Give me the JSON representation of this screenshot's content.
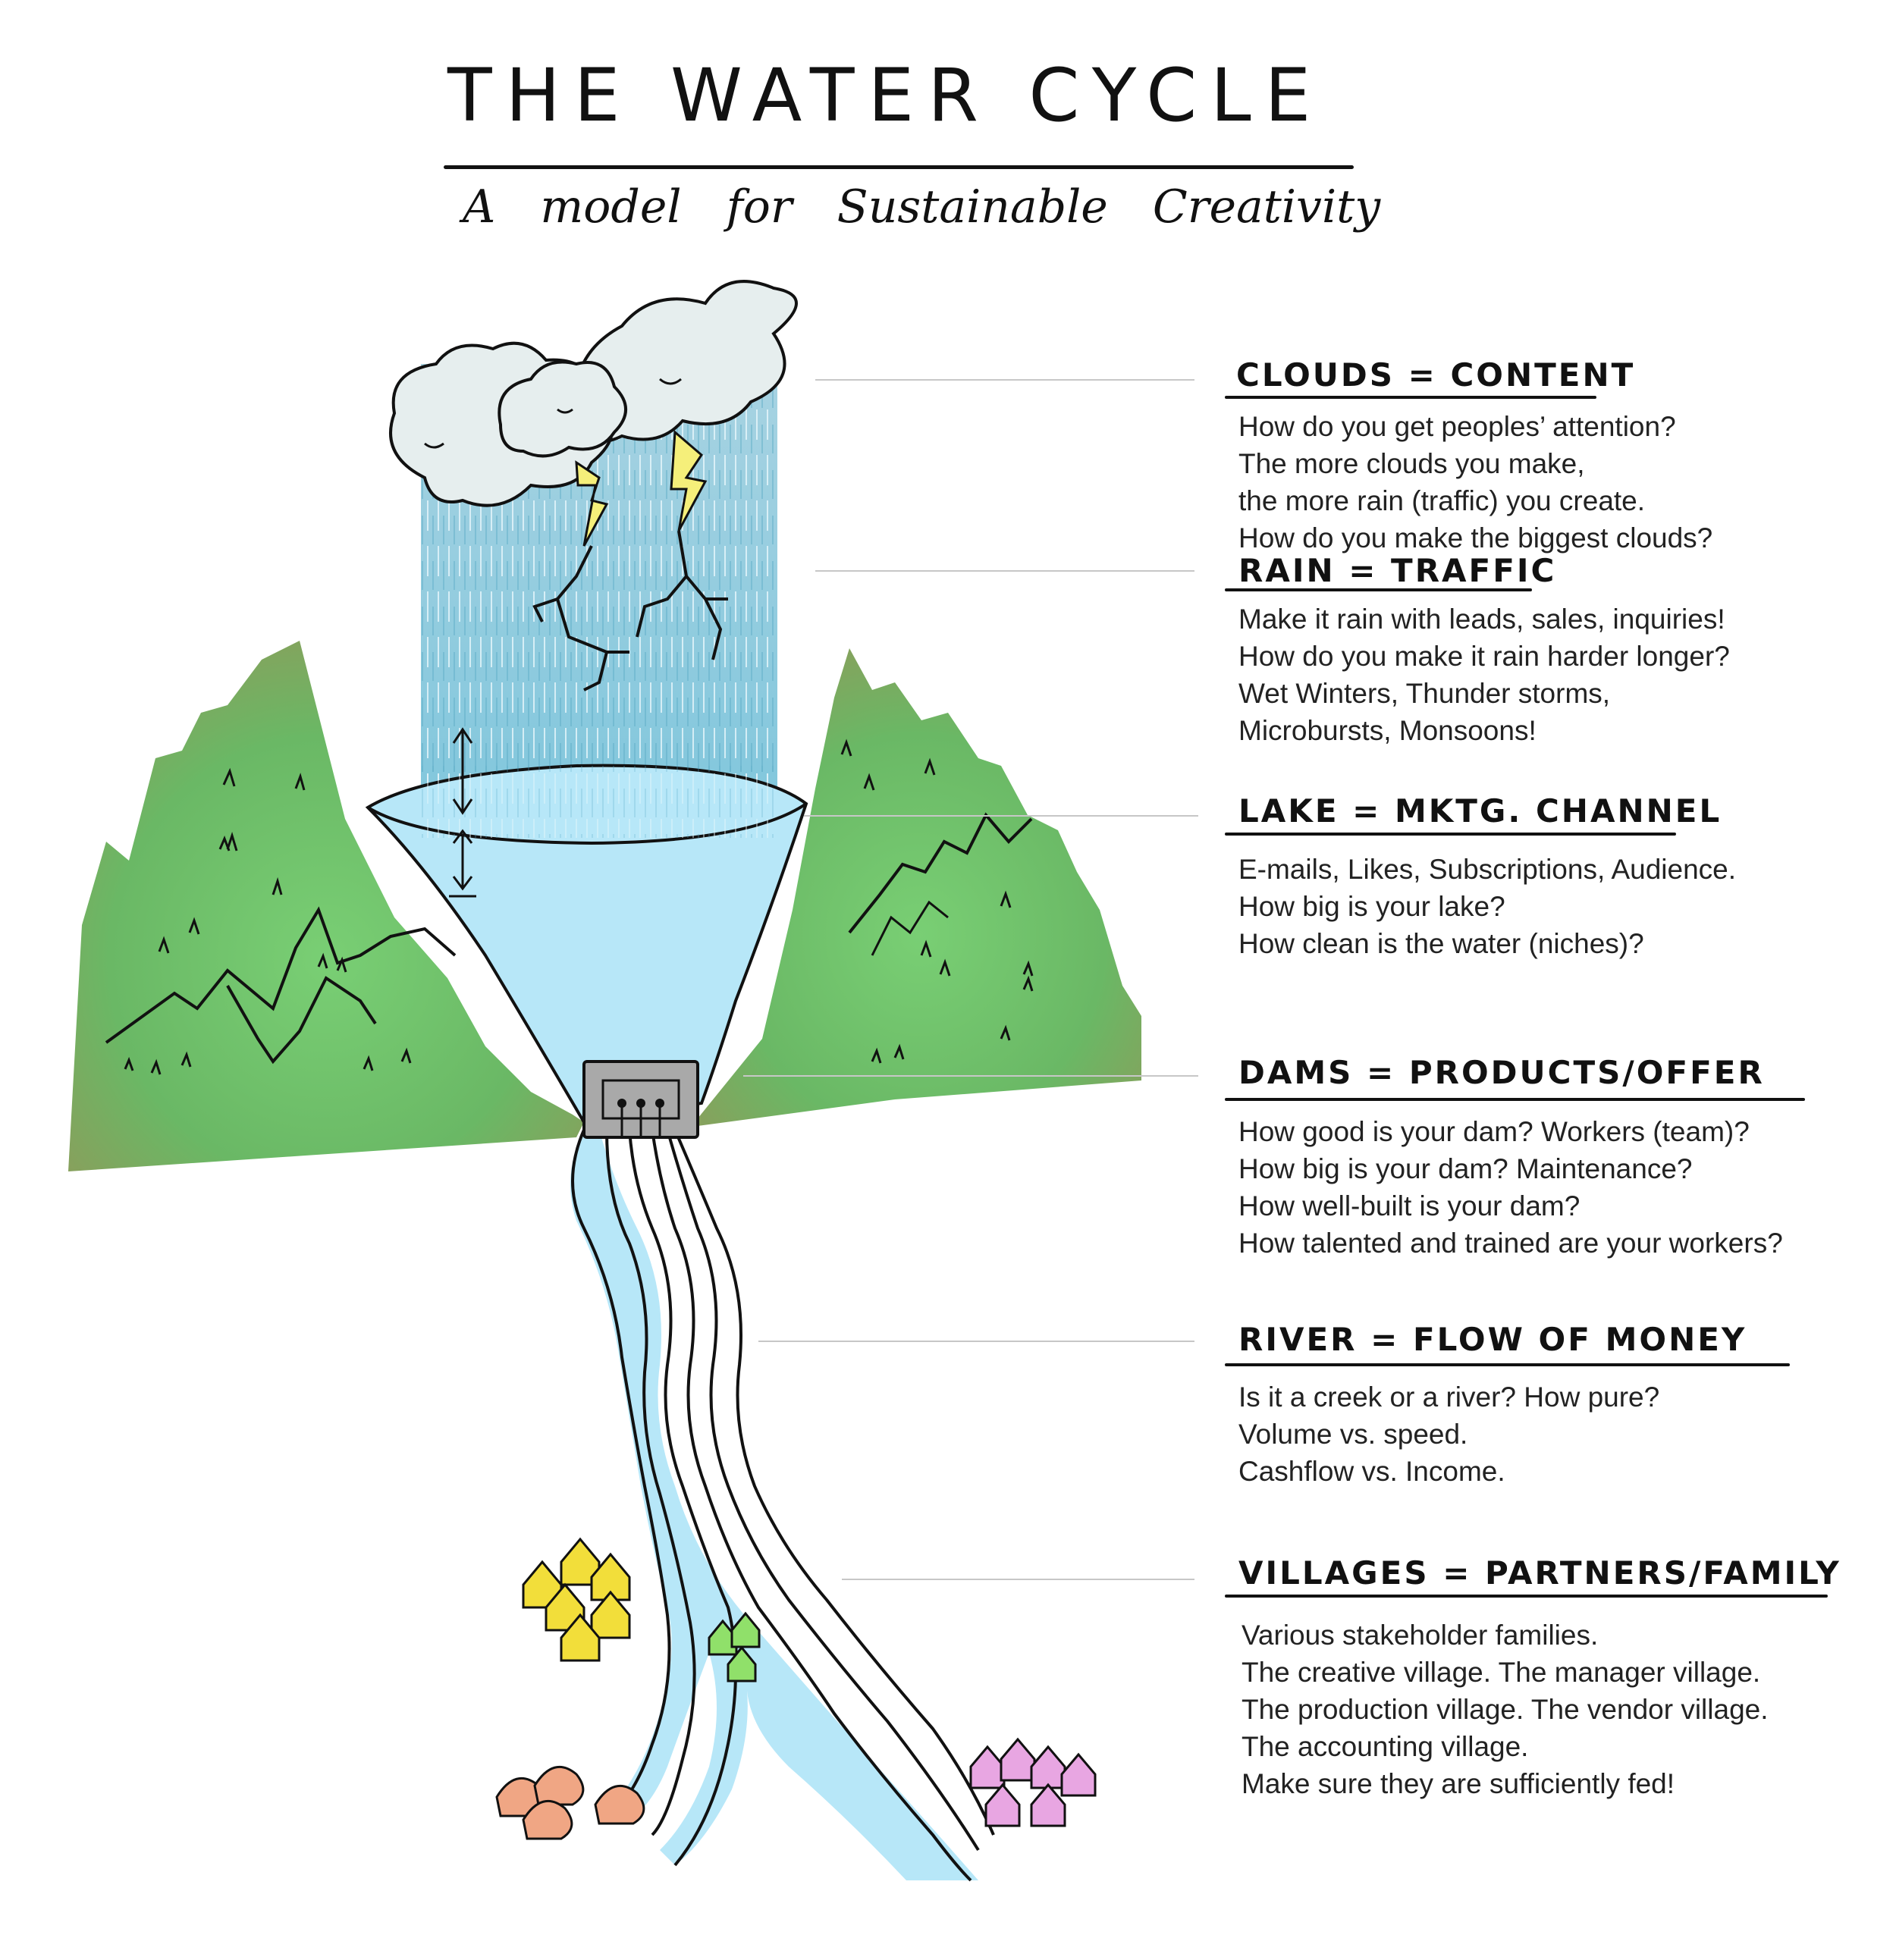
{
  "header": {
    "title": "THE WATER CYCLE",
    "subtitle": "A model for Sustainable Creativity"
  },
  "sections": [
    {
      "heading": "CLOUDS = CONTENT",
      "lines": [
        "How do you get peoples’ attention?",
        "The more clouds you make,",
        "the more rain (traffic) you create.",
        "How do you make the biggest clouds?"
      ]
    },
    {
      "heading": "RAIN = TRAFFIC",
      "lines": [
        "Make it rain with leads, sales, inquiries!",
        "How do you make it rain harder longer?",
        "Wet Winters, Thunder storms,",
        "Microbursts, Monsoons!"
      ]
    },
    {
      "heading": "LAKE = MKTG. CHANNEL",
      "lines": [
        "E-mails, Likes, Subscriptions, Audience.",
        "How big is your lake?",
        "How clean is the water (niches)?"
      ]
    },
    {
      "heading": "DAMS = PRODUCTS/OFFER",
      "lines": [
        "How good is your dam? Workers (team)?",
        "How big is your dam? Maintenance?",
        "How well-built is your dam?",
        "How talented and trained are your workers?"
      ]
    },
    {
      "heading": "RIVER = FLOW OF MONEY",
      "lines": [
        "Is it a creek or a river? How pure?",
        "Volume vs. speed.",
        "Cashflow vs. Income."
      ]
    },
    {
      "heading": "VILLAGES = PARTNERS/FAMILY",
      "lines": [
        "Various stakeholder families.",
        "The creative village. The manager village.",
        "The production village. The vendor village.",
        "The accounting village.",
        "Make sure they are sufficiently fed!"
      ]
    }
  ],
  "colors": {
    "mountain": "#6cc76e",
    "mountain_shade": "#9a8f55",
    "water": "#b5e6f7",
    "rain": "#8fc9dc",
    "cloud": "#e3ebec",
    "lightning": "#f5ef7a",
    "dam": "#a7a7a7",
    "village_yellow": "#f3df3a",
    "village_green": "#8fe06a",
    "village_orange": "#f0a684",
    "village_pink": "#e8a6e2"
  },
  "icons": [
    "cloud-icon",
    "lightning-icon",
    "rain-icon",
    "mountain-icon",
    "lake-icon",
    "dam-icon",
    "river-icon",
    "village-icon"
  ]
}
